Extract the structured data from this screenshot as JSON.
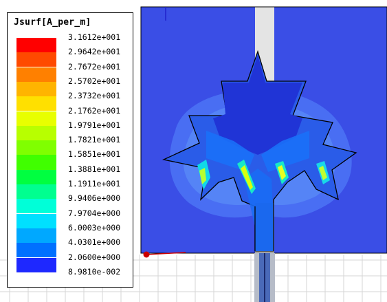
{
  "legend": {
    "title": "Jsurf[A_per_m]",
    "ticks": [
      "3.1612e+001",
      "2.9642e+001",
      "2.7672e+001",
      "2.5702e+001",
      "2.3732e+001",
      "2.1762e+001",
      "1.9791e+001",
      "1.7821e+001",
      "1.5851e+001",
      "1.3881e+001",
      "1.1911e+001",
      "9.9406e+000",
      "7.9704e+000",
      "6.0003e+000",
      "4.0301e+000",
      "2.0600e+000",
      "8.9810e-002"
    ],
    "colors": [
      "#ff0000",
      "#ff4a00",
      "#ff8000",
      "#ffb400",
      "#ffe000",
      "#e8ff00",
      "#b8ff00",
      "#80ff00",
      "#40ff00",
      "#00ff40",
      "#00ff90",
      "#00ffd8",
      "#00e0ff",
      "#00a8ff",
      "#0070ff",
      "#1e28ff"
    ]
  },
  "plot": {
    "background_color": "#3a4ee6",
    "feed_line_color": "#e4e4e4",
    "outline_color": "#000000",
    "halo_colors": [
      "#4c74f4",
      "#5a8cf7",
      "#2a5cff"
    ]
  }
}
